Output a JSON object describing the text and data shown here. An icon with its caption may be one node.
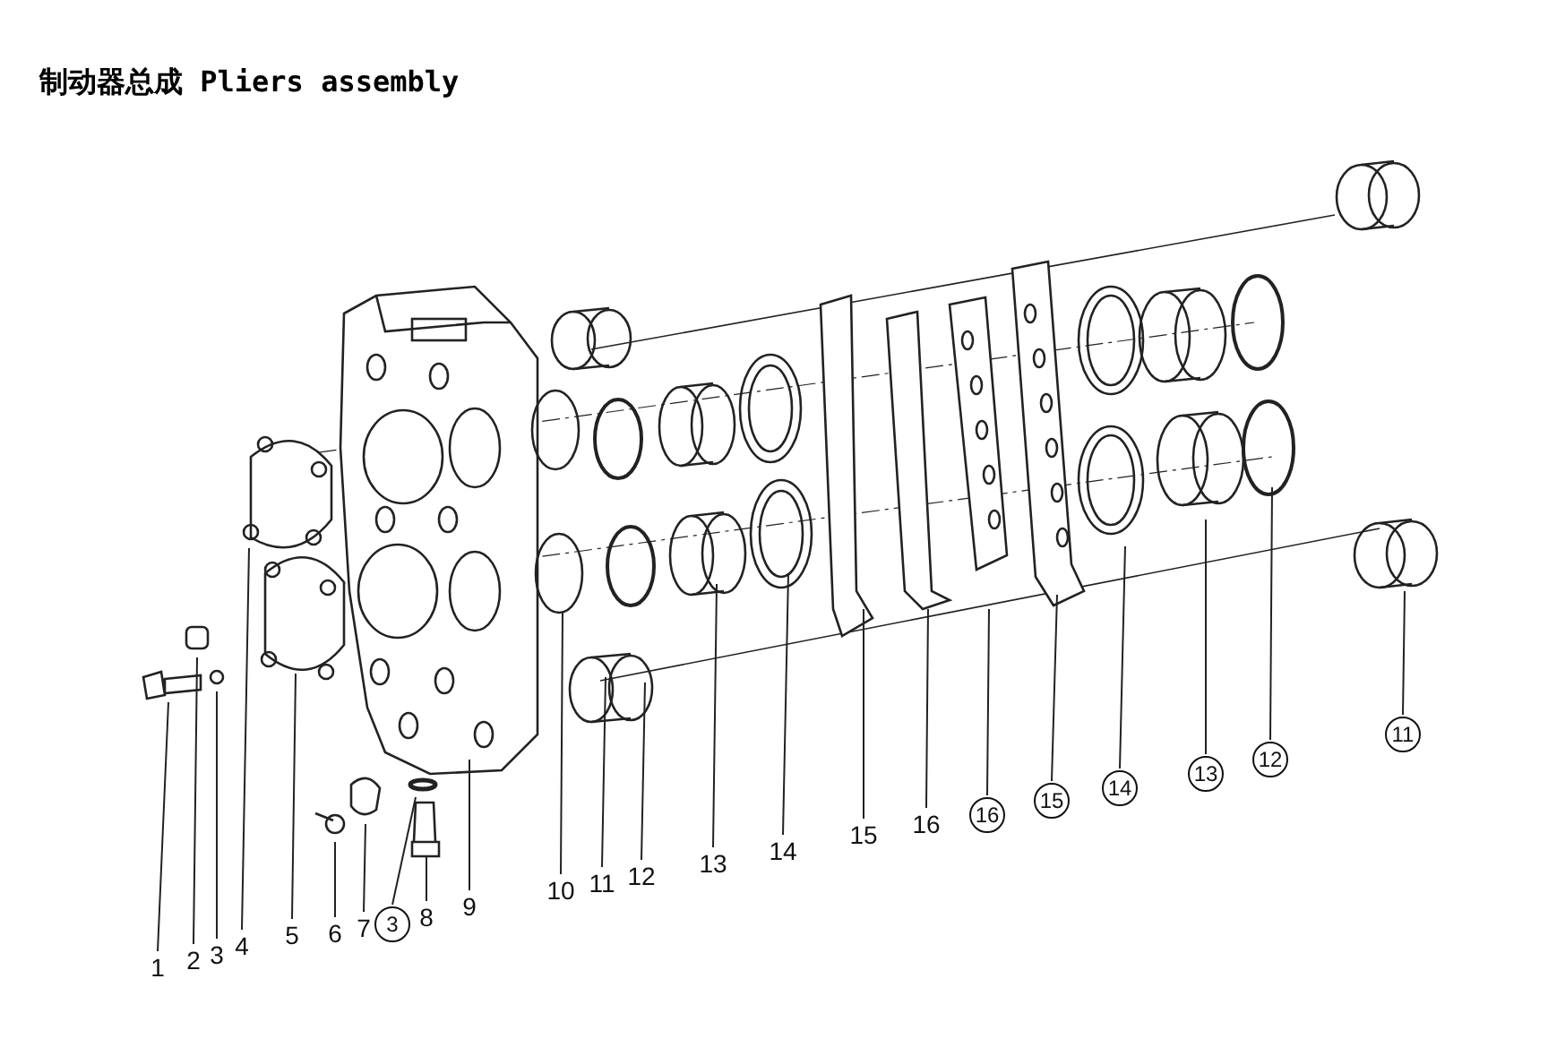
{
  "diagram": {
    "title": "制动器总成 Pliers assembly",
    "nodes": [
      {
        "text": [
          "1"
        ]
      },
      {
        "text": [
          "2"
        ]
      },
      {
        "text": [
          "3"
        ]
      },
      {
        "text": [
          "4"
        ]
      },
      {
        "text": [
          "5"
        ]
      },
      {
        "text": [
          "6"
        ]
      },
      {
        "text": [
          "7"
        ]
      },
      {
        "text": [
          "3"
        ]
      },
      {
        "text": [
          "8"
        ]
      },
      {
        "text": [
          "9"
        ]
      },
      {
        "text": [
          "10"
        ]
      },
      {
        "text": [
          "11"
        ]
      },
      {
        "text": [
          "12"
        ]
      },
      {
        "text": [
          "13"
        ]
      },
      {
        "text": [
          "14"
        ]
      },
      {
        "text": [
          "15"
        ]
      },
      {
        "text": [
          "16"
        ]
      },
      {
        "text": [
          "16"
        ]
      },
      {
        "text": [
          "15"
        ]
      },
      {
        "text": [
          "14"
        ]
      },
      {
        "text": [
          "13"
        ]
      },
      {
        "text": [
          "12"
        ]
      },
      {
        "text": [
          "11"
        ]
      }
    ],
    "edges": [
      {
        "from": 0,
        "to": null,
        "arrow": "none"
      },
      {
        "from": 1,
        "to": null,
        "arrow": "none"
      },
      {
        "from": 2,
        "to": null,
        "arrow": "none"
      },
      {
        "from": 3,
        "to": null,
        "arrow": "none"
      },
      {
        "from": 4,
        "to": null,
        "arrow": "none"
      },
      {
        "from": 5,
        "to": null,
        "arrow": "none"
      },
      {
        "from": 6,
        "to": null,
        "arrow": "none"
      },
      {
        "from": 7,
        "to": null,
        "arrow": "none"
      },
      {
        "from": 8,
        "to": null,
        "arrow": "none"
      },
      {
        "from": 9,
        "to": null,
        "arrow": "none"
      },
      {
        "from": 10,
        "to": null,
        "arrow": "none"
      },
      {
        "from": 11,
        "to": null,
        "arrow": "none"
      },
      {
        "from": 12,
        "to": null,
        "arrow": "none"
      },
      {
        "from": 13,
        "to": null,
        "arrow": "none"
      },
      {
        "from": 14,
        "to": null,
        "arrow": "none"
      },
      {
        "from": 15,
        "to": null,
        "arrow": "none"
      },
      {
        "from": 16,
        "to": null,
        "arrow": "none"
      },
      {
        "from": 17,
        "to": null,
        "arrow": "none"
      },
      {
        "from": 18,
        "to": null,
        "arrow": "none"
      },
      {
        "from": 19,
        "to": null,
        "arrow": "none"
      },
      {
        "from": 20,
        "to": null,
        "arrow": "none"
      },
      {
        "from": 21,
        "to": null,
        "arrow": "none"
      },
      {
        "from": 22,
        "to": null,
        "arrow": "none"
      }
    ]
  }
}
